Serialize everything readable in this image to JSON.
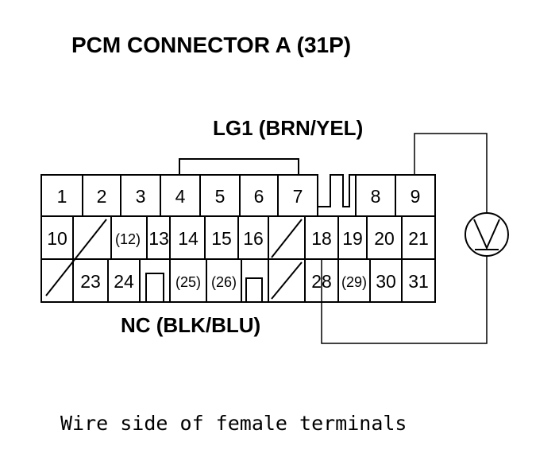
{
  "title": "PCM CONNECTOR A (31P)",
  "wire_top_label": "LG1 (BRN/YEL)",
  "wire_bottom_label": "NC (BLK/BLU)",
  "caption": "Wire side of female terminals",
  "meter_symbol": "V",
  "pins": {
    "p1": "1",
    "p2": "2",
    "p3": "3",
    "p4": "4",
    "p5": "5",
    "p6": "6",
    "p7": "7",
    "p8": "8",
    "p9": "9",
    "p10": "10",
    "p12": "(12)",
    "p13": "13",
    "p14": "14",
    "p15": "15",
    "p16": "16",
    "p18": "18",
    "p19": "19",
    "p20": "20",
    "p21": "21",
    "p23": "23",
    "p24": "24",
    "p25": "(25)",
    "p26": "(26)",
    "p28": "28",
    "p29": "(29)",
    "p30": "30",
    "p31": "31"
  }
}
